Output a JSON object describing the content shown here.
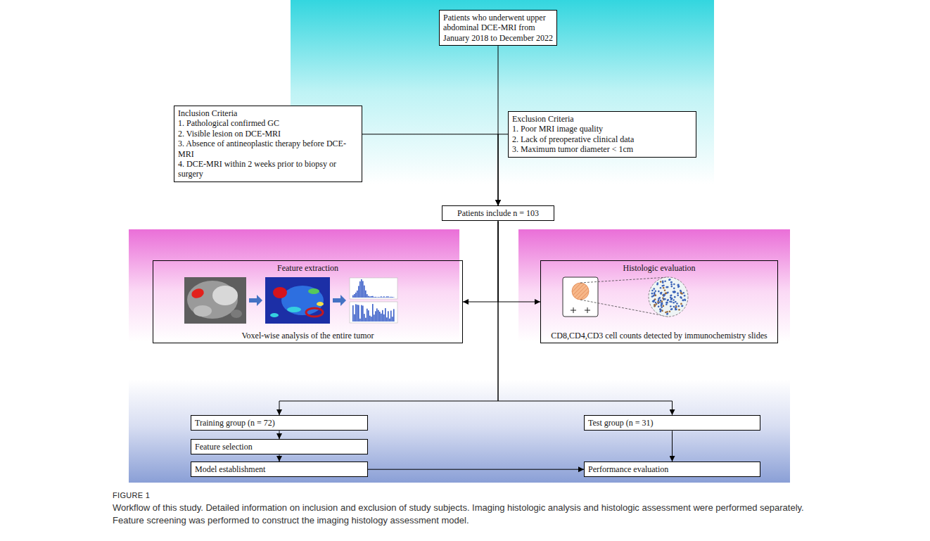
{
  "diagram": {
    "caption": "Workflow of this study. Detailed information on inclusion and exclusion of study subjects. Imaging histologic analysis and histologic assessment were performed separately. Feature screening was performed to construct the imaging histology assessment model.",
    "nodes": [
      {
        "text": [
          "Patients who underwent upper abdominal DCE-MRI from January 2018 to December 2022"
        ]
      },
      {
        "text": [
          "Inclusion Criteria",
          "1. Pathological confirmed GC",
          "2. Visible lesion on DCE-MRI",
          "3. Absence of antineoplastic therapy before DCE-MRI",
          "4. DCE-MRI within 2 weeks prior to biopsy or surgery"
        ]
      },
      {
        "text": [
          "Exclusion Criteria",
          "1. Poor MRI image quality",
          "2. Lack of preoperative clinical data",
          "3. Maximum tumor diameter < 1cm"
        ]
      },
      {
        "text": [
          "Patients include n = 103"
        ]
      },
      {
        "text": [
          "Feature extraction",
          "Voxel-wise analysis of the entire tumor"
        ]
      },
      {
        "text": [
          "Histologic evaluation",
          "CD8,CD4,CD3 cell counts detected by immunochemistry slides"
        ]
      },
      {
        "text": [
          "Training group (n = 72)"
        ]
      },
      {
        "text": [
          "Test group (n = 31)"
        ]
      },
      {
        "text": [
          "Feature selection"
        ]
      },
      {
        "text": [
          "Model establishment"
        ]
      },
      {
        "text": [
          "Performance evaluation"
        ]
      }
    ],
    "edges": [
      {
        "from": 0,
        "to": 3,
        "arrow": "to"
      },
      {
        "from": 1,
        "to": 3,
        "arrow": "to"
      },
      {
        "from": 2,
        "to": 3,
        "arrow": "to"
      },
      {
        "from": 3,
        "to": 4,
        "arrow": "to"
      },
      {
        "from": 3,
        "to": 5,
        "arrow": "to"
      },
      {
        "from": 3,
        "to": 6,
        "arrow": "to"
      },
      {
        "from": 3,
        "to": 7,
        "arrow": "to"
      },
      {
        "from": 6,
        "to": 8,
        "arrow": "to"
      },
      {
        "from": 8,
        "to": 9,
        "arrow": "to"
      },
      {
        "from": 9,
        "to": 10,
        "arrow": "to"
      },
      {
        "from": 7,
        "to": 10,
        "arrow": "to"
      }
    ],
    "labels": [
      "FIGURE 1"
    ]
  }
}
